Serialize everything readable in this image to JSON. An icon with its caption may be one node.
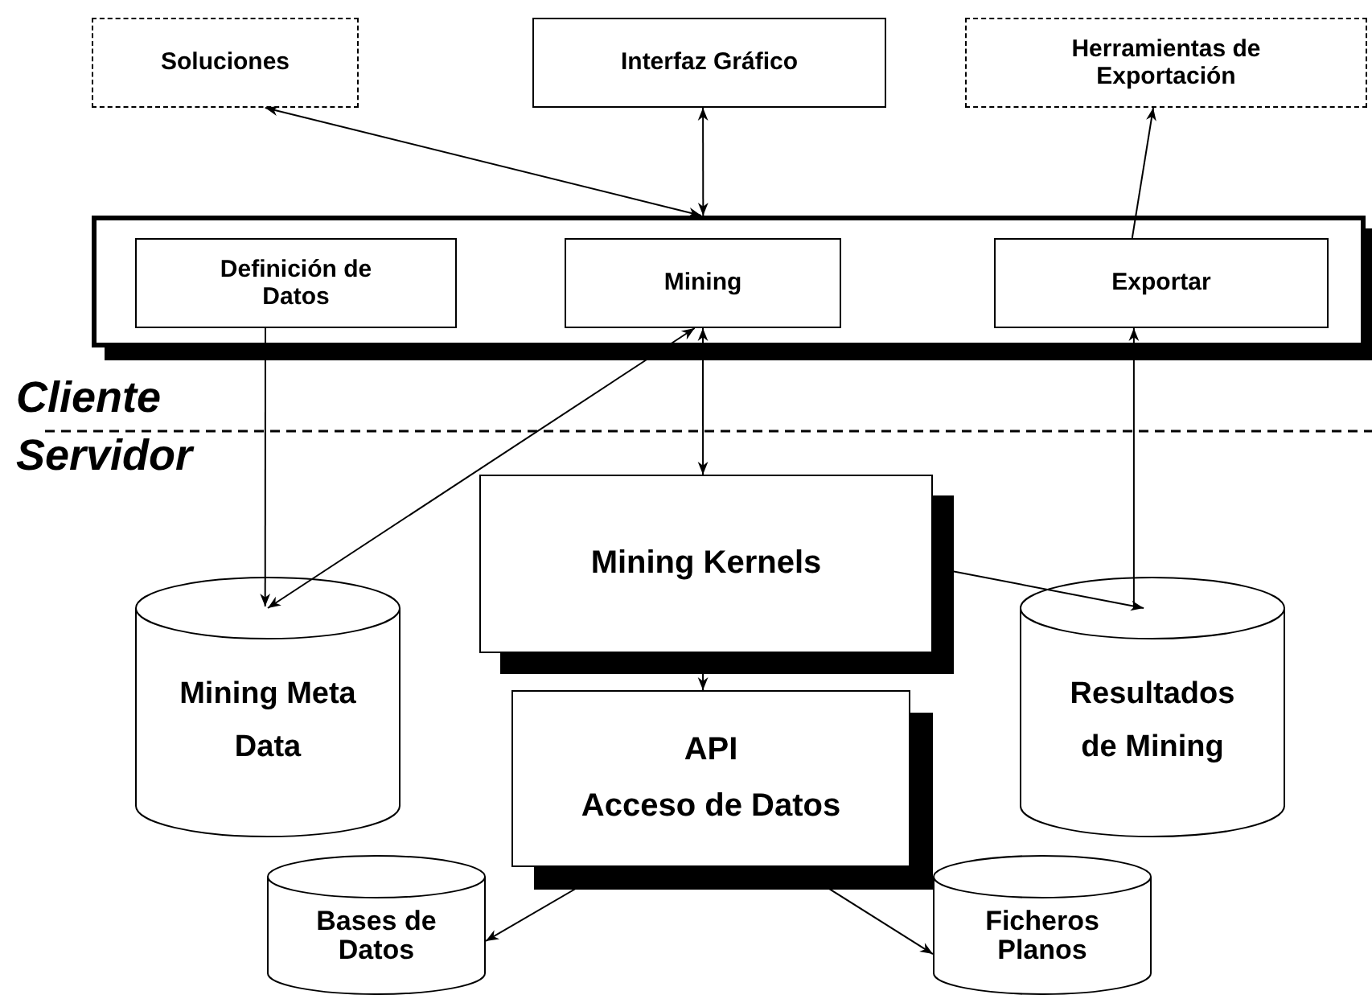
{
  "diagram": {
    "nodes": [
      {
        "text": [
          "Soluciones"
        ]
      },
      {
        "text": [
          "Interfaz Gráfico"
        ]
      },
      {
        "text": [
          "Herramientas de Exportación"
        ]
      },
      {
        "text": [],
        "shape": "box"
      },
      {
        "text": [
          "Definición de Datos"
        ],
        "in": 3
      },
      {
        "text": [
          "Mining"
        ],
        "in": 3
      },
      {
        "text": [
          "Exportar"
        ],
        "in": 3
      },
      {
        "text": [
          "Mining Kernels"
        ]
      },
      {
        "text": [
          "Mining Meta Data"
        ]
      },
      {
        "text": [
          "Resultados de Mining"
        ]
      },
      {
        "text": [
          "API",
          "Acceso de Datos"
        ]
      },
      {
        "text": [
          "Bases de Datos"
        ]
      },
      {
        "text": [
          "Ficheros Planos"
        ]
      }
    ],
    "edges": [
      {
        "from": 0,
        "to": 3,
        "arrow": "both"
      },
      {
        "from": 1,
        "to": 3,
        "arrow": "both"
      },
      {
        "from": 6,
        "to": 2,
        "arrow": "to"
      },
      {
        "from": 4,
        "to": 8,
        "arrow": "to"
      },
      {
        "from": 5,
        "to": 8,
        "arrow": "both"
      },
      {
        "from": 5,
        "to": 7,
        "arrow": "both"
      },
      {
        "from": 9,
        "to": 6,
        "arrow": "to"
      },
      {
        "from": 7,
        "to": 9,
        "arrow": "to"
      },
      {
        "from": 7,
        "to": 10,
        "arrow": "to"
      },
      {
        "from": 10,
        "to": 11,
        "arrow": "to"
      },
      {
        "from": 10,
        "to": 12,
        "arrow": "to"
      }
    ],
    "labels": [
      "Cliente",
      "Servidor"
    ]
  }
}
